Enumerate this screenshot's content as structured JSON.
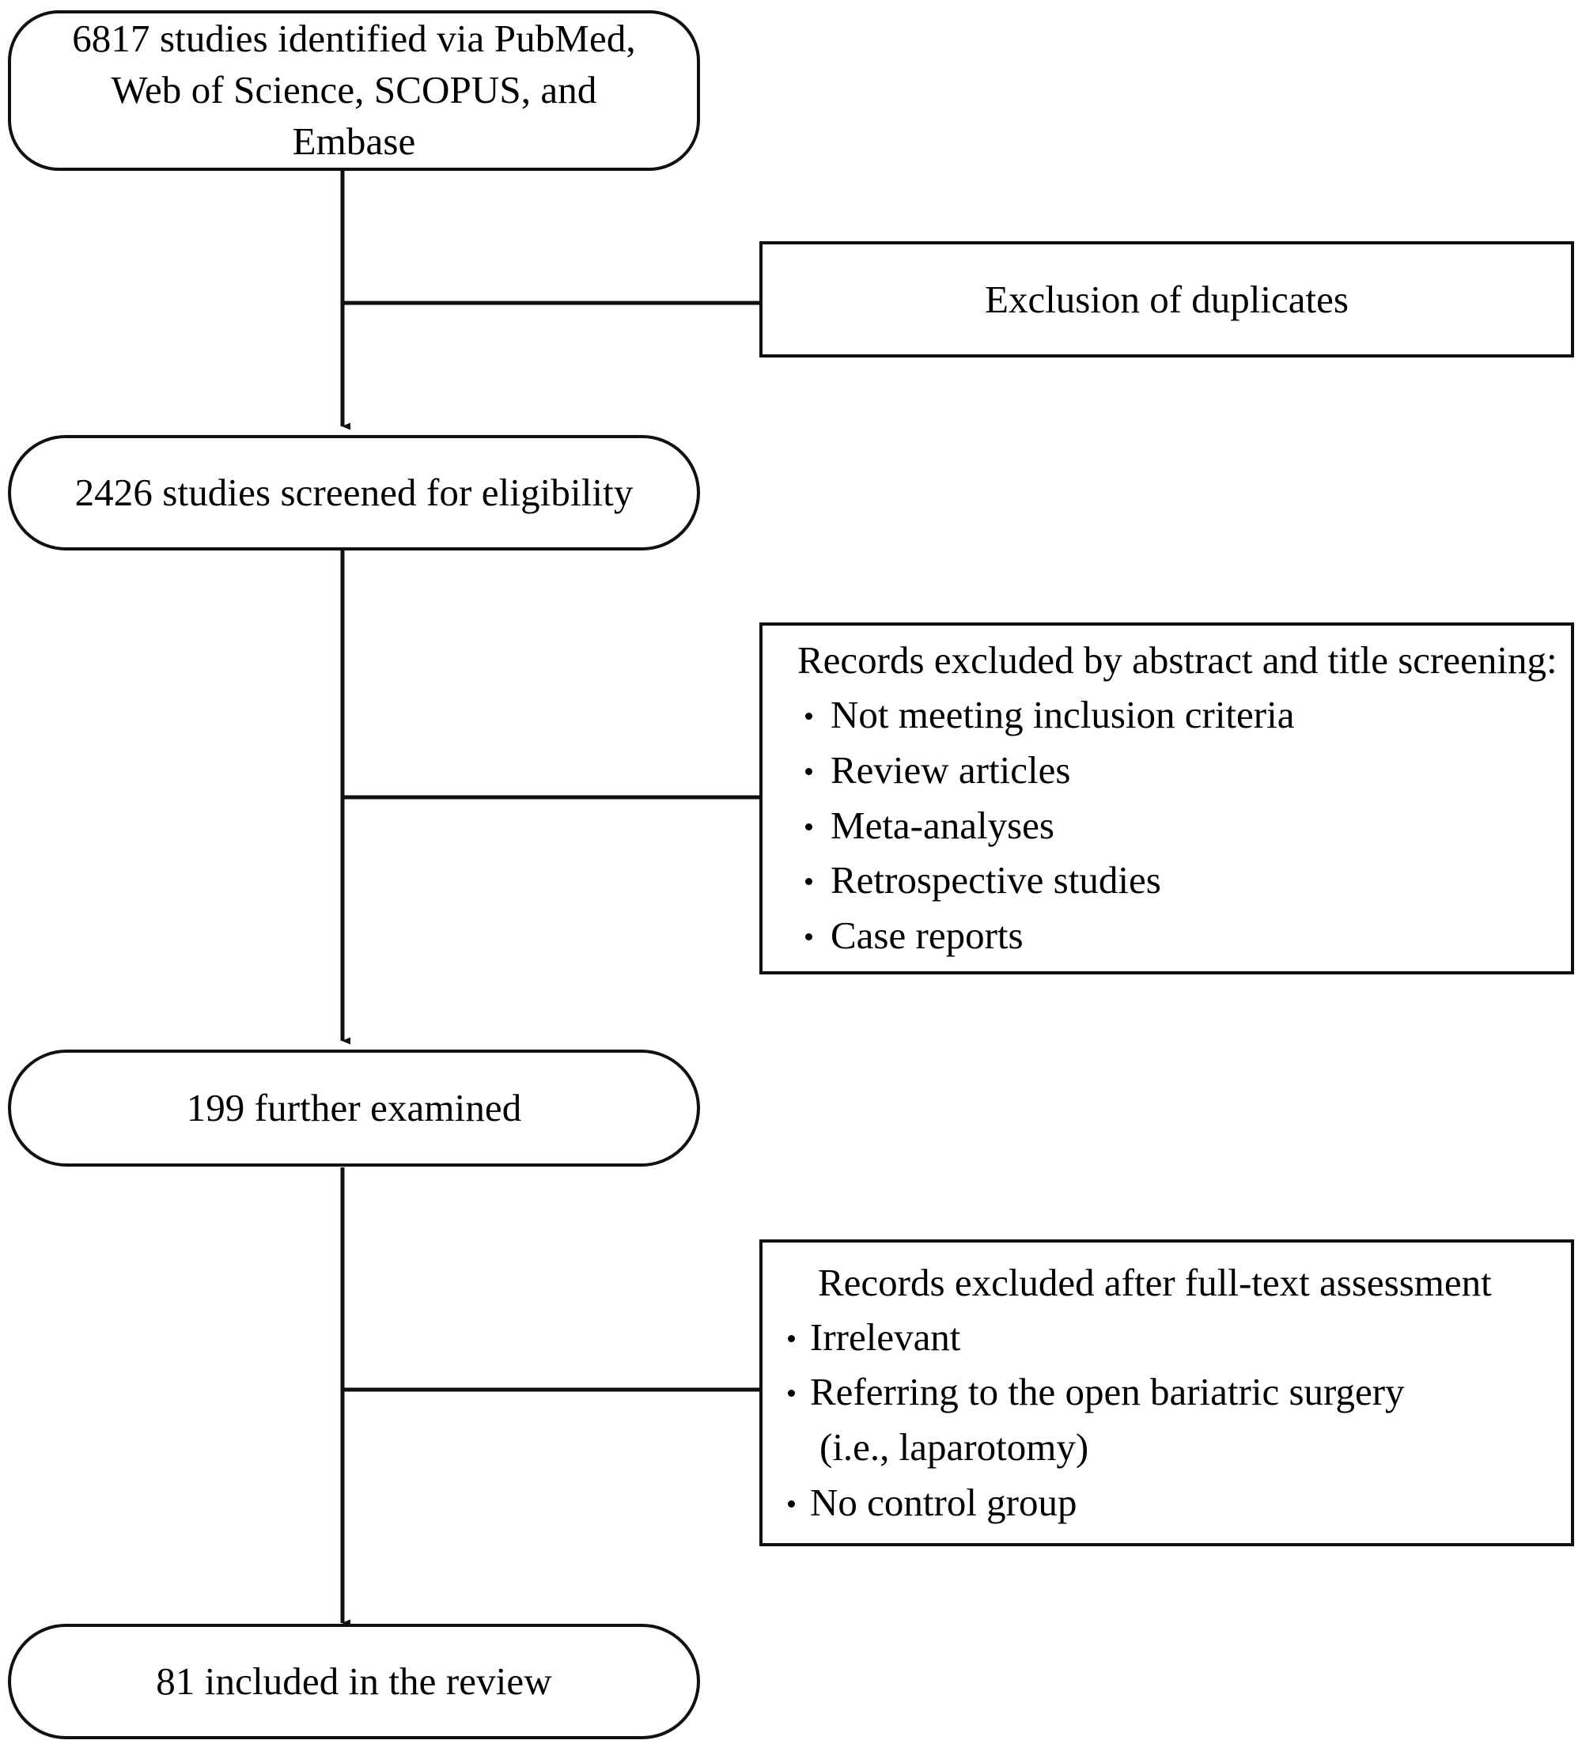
{
  "diagram": {
    "type": "prisma-flow-diagram",
    "title": "PRISMA study selection flow diagram",
    "colors": {
      "stroke": "#111111",
      "background": "#ffffff",
      "text": "#000000"
    },
    "stages": [
      {
        "id": "identification",
        "shape": "rounded-rectangle",
        "count": 6817,
        "text": "6817 studies identified via PubMed,\nWeb of Science, SCOPUS, and Embase"
      },
      {
        "id": "screening",
        "shape": "stadium",
        "count": 2426,
        "text": "2426 studies screened for eligibility"
      },
      {
        "id": "eligibility",
        "shape": "stadium",
        "count": 199,
        "text": "199 further examined"
      },
      {
        "id": "included",
        "shape": "stadium",
        "count": 81,
        "text": "81 included in the review"
      }
    ],
    "exclusions": [
      {
        "id": "duplicates",
        "shape": "rectangle",
        "layout": "centered",
        "heading": "Exclusion of duplicates",
        "items": []
      },
      {
        "id": "abstract-title-screening",
        "shape": "rectangle",
        "layout": "bulleted",
        "heading": "Records excluded by abstract and title screening:",
        "items": [
          "Not meeting inclusion criteria",
          "Review articles",
          "Meta-analyses",
          "Retrospective studies",
          "Case reports"
        ]
      },
      {
        "id": "full-text-assessment",
        "shape": "rectangle",
        "layout": "bulleted-indented-heading",
        "heading": "Records excluded after full-text assessment",
        "items": [
          "Irrelevant",
          "Referring to the open bariatric surgery",
          "(i.e., laparotomy)",
          "No control group"
        ],
        "items_without_bullet": [
          2
        ]
      }
    ],
    "connectors": [
      {
        "id": "identification-to-screening",
        "type": "arrow",
        "direction": "down"
      },
      {
        "id": "screening-to-eligibility",
        "type": "arrow",
        "direction": "down"
      },
      {
        "id": "eligibility-to-included",
        "type": "arrow",
        "direction": "down"
      },
      {
        "id": "branch-to-duplicates",
        "type": "line",
        "direction": "right"
      },
      {
        "id": "branch-to-abstract-title-screening",
        "type": "line",
        "direction": "right"
      },
      {
        "id": "branch-to-full-text-assessment",
        "type": "line",
        "direction": "right"
      }
    ]
  }
}
